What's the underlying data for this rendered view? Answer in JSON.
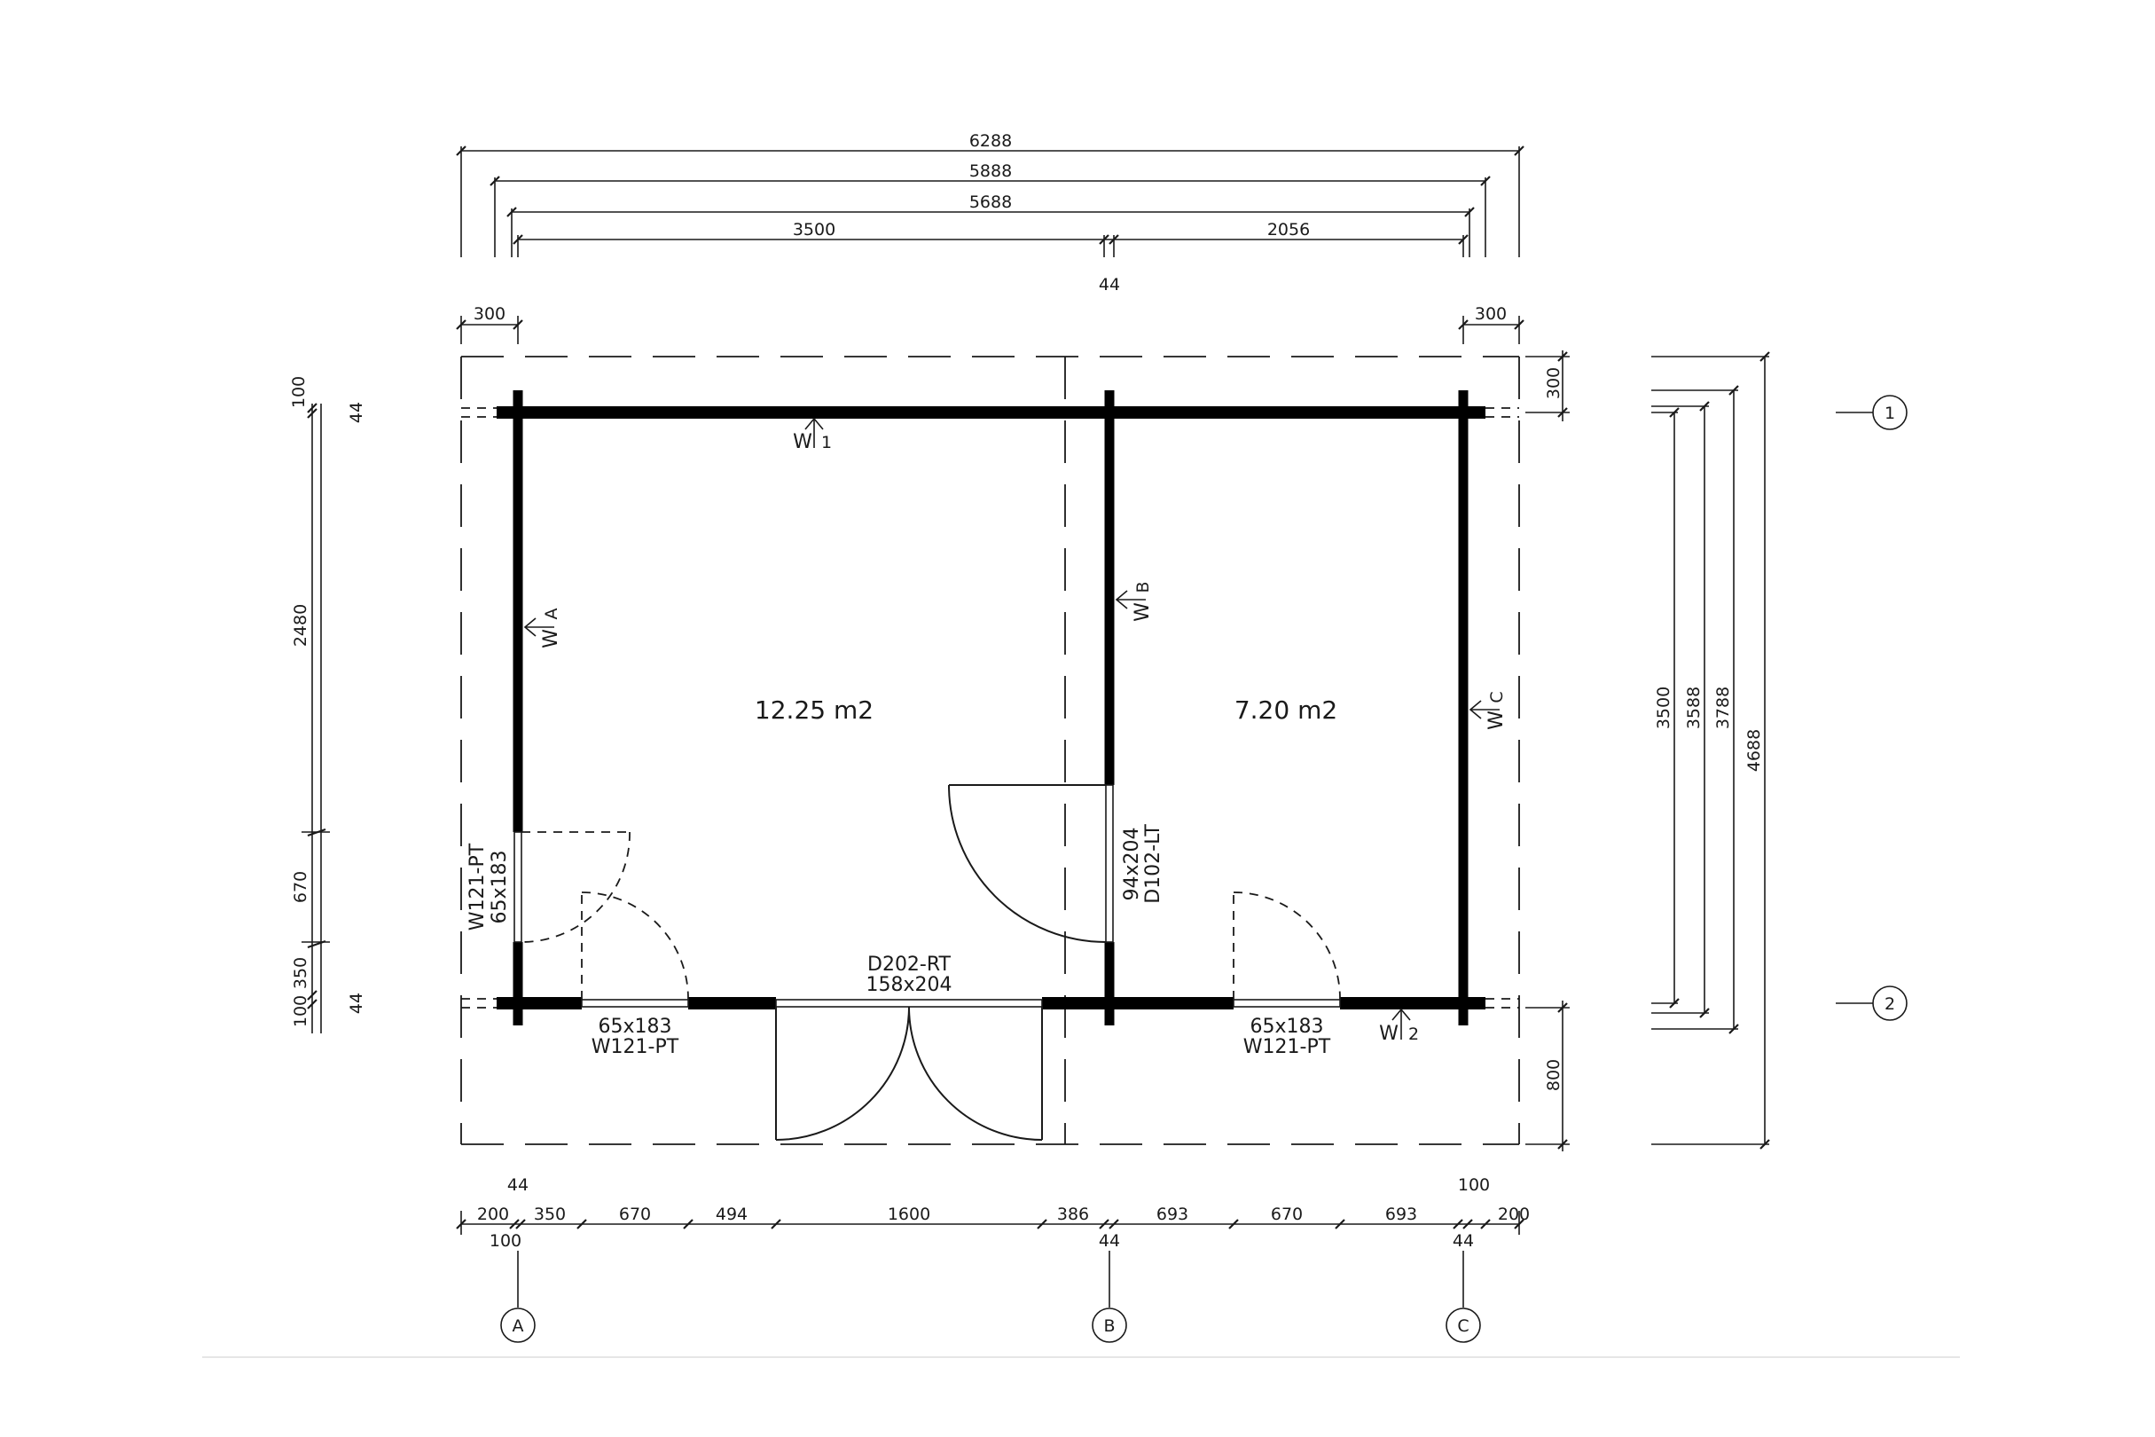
{
  "dims": {
    "top_total": "6288",
    "top_2": "5888",
    "top_3": "5688",
    "top_left": "3500",
    "top_right": "2056",
    "top_mid_wall": "44",
    "overhang_left": "300",
    "overhang_right": "300",
    "right_top_overhang": "300",
    "right_bottom_overhang": "800",
    "left_100_top": "100",
    "left_44_top": "44",
    "left_2480": "2480",
    "left_670": "670",
    "left_350": "350",
    "left_100_bot": "100",
    "left_44_bot": "44",
    "right_3500": "3500",
    "right_3588": "3588",
    "right_3788": "3788",
    "right_4688": "4688",
    "bot_44_a": "44",
    "bot_100_right": "100",
    "bot_200_left": "200",
    "bot_350": "350",
    "bot_670_a": "670",
    "bot_494": "494",
    "bot_1600": "1600",
    "bot_386": "386",
    "bot_693_a": "693",
    "bot_670_b": "670",
    "bot_693_b": "693",
    "bot_200_right": "200",
    "bot_100_left": "100",
    "bot_44_b": "44",
    "bot_44_c": "44"
  },
  "rooms": {
    "left_area": "12.25 m2",
    "right_area": "7.20 m2"
  },
  "openings": {
    "window_left_code": "W121-PT",
    "window_left_size": "65x183",
    "window_bl_size": "65x183",
    "window_bl_code": "W121-PT",
    "window_br_size": "65x183",
    "window_br_code": "W121-PT",
    "main_door_code": "D202-RT",
    "main_door_size": "158x204",
    "inner_door_size": "94x204",
    "inner_door_code": "D102-LT"
  },
  "wall_tags": {
    "w1": "W",
    "w1_num": "1",
    "w2": "W",
    "w2_num": "2",
    "wa": "W",
    "wa_letter": "A",
    "wb": "W",
    "wb_letter": "B",
    "wc": "W",
    "wc_letter": "C"
  },
  "grid": {
    "col_a": "A",
    "col_b": "B",
    "col_c": "C",
    "row_1": "1",
    "row_2": "2"
  }
}
